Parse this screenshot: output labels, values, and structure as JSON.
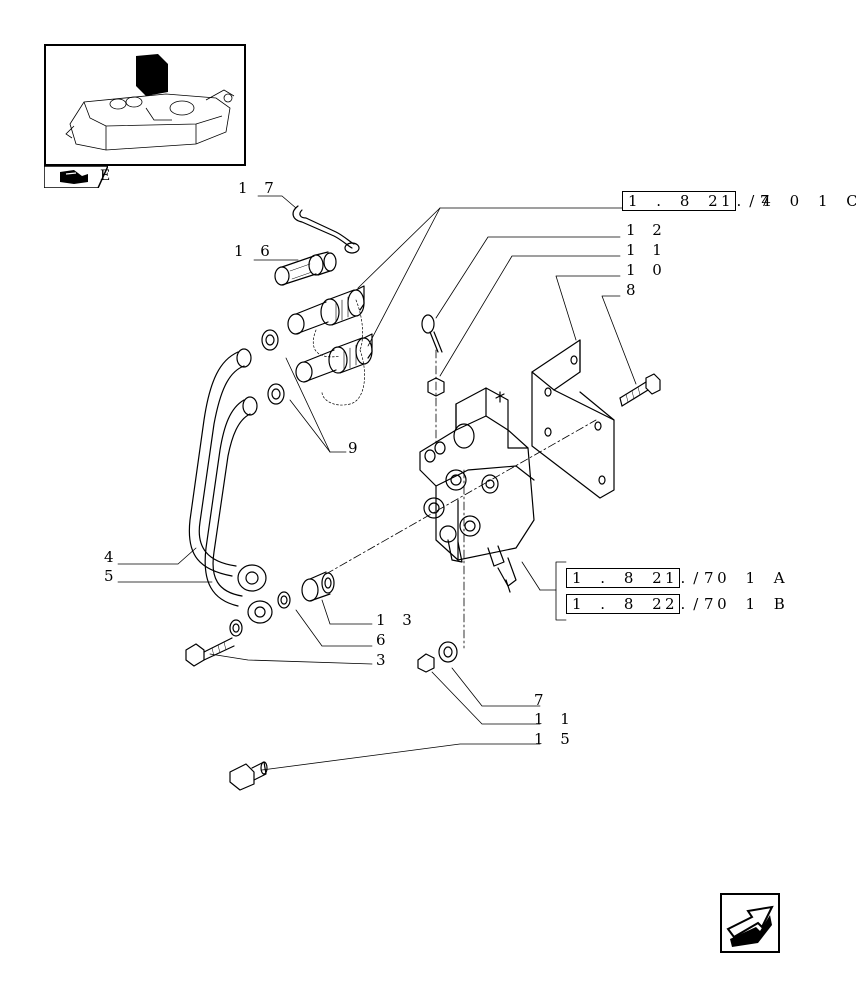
{
  "diagram": {
    "callouts": {
      "c17": "1 7",
      "c16": "1 6",
      "c12": "1 2",
      "c11a": "1 1",
      "c10": "1 0",
      "c8": "8",
      "c9": "9",
      "c4": "4",
      "c5": "5",
      "c13": "1 3",
      "c6": "6",
      "c3": "3",
      "c7": "7",
      "c11b": "1 1",
      "c15": "1 5"
    },
    "references": {
      "ref_c": {
        "box": "1 . 8 2 . 7",
        "suffix": "1 /4 0 1 C"
      },
      "ref_a": {
        "box": "1 . 8 2 . 7",
        "suffix": "1 / 0 1 A"
      },
      "ref_b": {
        "box": "1 . 8 2 . 7",
        "suffix": "2 / 0 1 B"
      }
    },
    "thumbnail": {
      "tab_letter": "E"
    },
    "icons": {
      "thumbnail": "tractor-lift-thumbnail-icon",
      "book": "book-pointer-icon",
      "next": "next-page-arrow-icon"
    }
  }
}
